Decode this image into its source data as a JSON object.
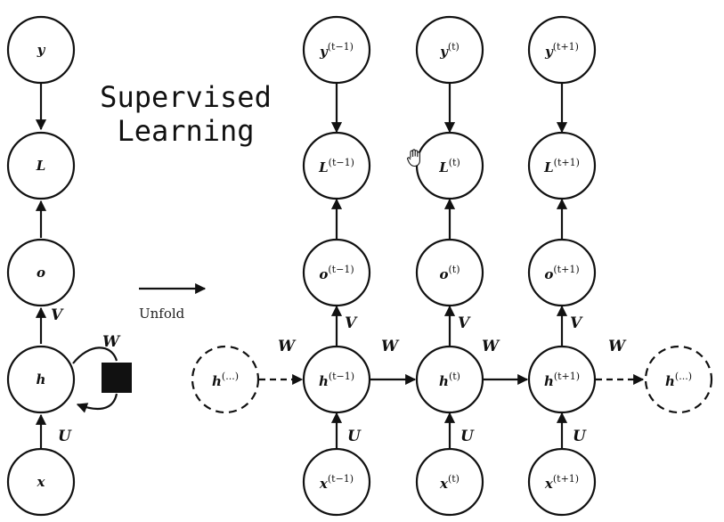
{
  "overlay": {
    "line1": "Supervised",
    "line2": "Learning"
  },
  "folded": {
    "nodes": {
      "y": "y",
      "L": "L",
      "o": "o",
      "h": "h",
      "x": "x"
    },
    "edges": {
      "V": "V",
      "W": "W",
      "U": "U"
    }
  },
  "unfold": {
    "label": "Unfold"
  },
  "unfolded": {
    "columns": [
      {
        "y": "y",
        "L": "L",
        "o": "o",
        "h": "h",
        "x": "x",
        "sup": "(t−1)"
      },
      {
        "y": "y",
        "L": "L",
        "o": "o",
        "h": "h",
        "x": "x",
        "sup": "(t)"
      },
      {
        "y": "y",
        "L": "L",
        "o": "o",
        "h": "h",
        "x": "x",
        "sup": "(t+1)"
      }
    ],
    "ellipsis_nodes": {
      "base": "h",
      "sup": "(...)"
    },
    "edges": {
      "V": "V",
      "W": "W",
      "U": "U"
    }
  },
  "cursor_icon": "hand-pointer-icon"
}
